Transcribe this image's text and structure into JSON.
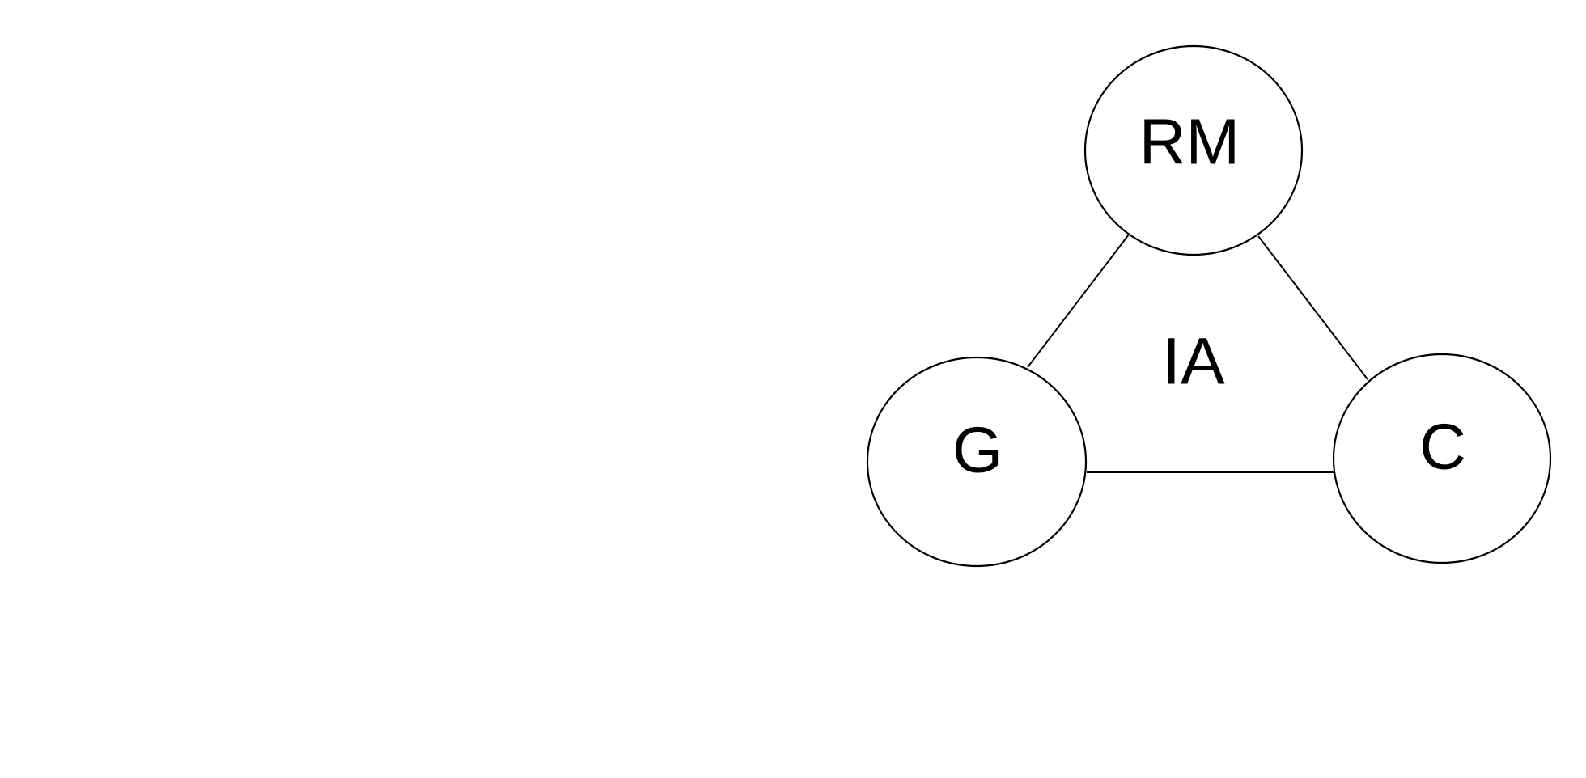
{
  "diagram": {
    "nodes": [
      {
        "id": "rm",
        "label": "RM"
      },
      {
        "id": "g",
        "label": "G"
      },
      {
        "id": "c",
        "label": "C"
      }
    ],
    "edges": [
      {
        "from": "rm",
        "to": "g"
      },
      {
        "from": "rm",
        "to": "c"
      },
      {
        "from": "g",
        "to": "c"
      }
    ],
    "center_label": "IA",
    "colors": {
      "stroke": "#000000",
      "fill": "#ffffff",
      "text": "#000000"
    }
  }
}
